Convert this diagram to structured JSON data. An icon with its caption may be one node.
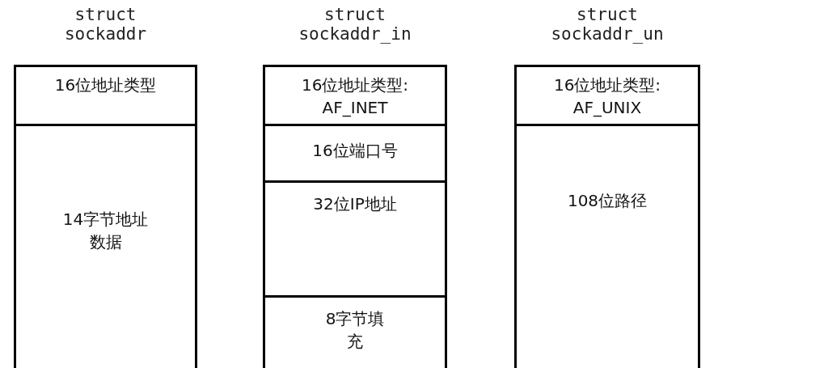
{
  "diagram": {
    "nodes": [
      {
        "text": [
          "struct sockaddr"
        ]
      },
      {
        "text": [
          "16位地址类型"
        ],
        "in": 0
      },
      {
        "text": [
          "14字节地址数据"
        ],
        "in": 0
      },
      {
        "text": [
          "struct sockaddr_in"
        ]
      },
      {
        "text": [
          "16位地址类型: AF_INET"
        ],
        "in": 3
      },
      {
        "text": [
          "16位端口号"
        ],
        "in": 3
      },
      {
        "text": [
          "32位IP地址"
        ],
        "in": 3
      },
      {
        "text": [
          "8字节填充"
        ],
        "in": 3
      },
      {
        "text": [
          "struct sockaddr_un"
        ]
      },
      {
        "text": [
          "16位地址类型: AF_UNIX"
        ],
        "in": 8
      },
      {
        "text": [
          "108位路径"
        ],
        "in": 8
      }
    ]
  }
}
